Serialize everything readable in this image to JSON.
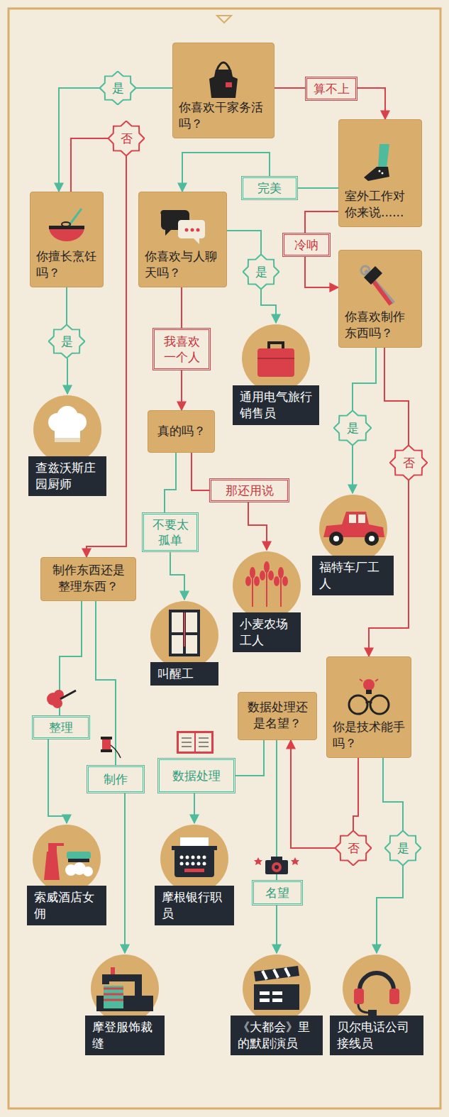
{
  "diagram": {
    "nodes": [
      {
        "text": [
          "你喜欢干家务活吗？"
        ]
      },
      {
        "text": [
          "是"
        ]
      },
      {
        "text": [
          "算不上"
        ]
      },
      {
        "text": [
          "否"
        ]
      },
      {
        "text": [
          "室外工作对你来说......"
        ]
      },
      {
        "text": [
          "完美"
        ]
      },
      {
        "text": [
          "你擅长烹饪吗？"
        ]
      },
      {
        "text": [
          "你喜欢与人聊天吗？"
        ]
      },
      {
        "text": [
          "冷呐"
        ]
      },
      {
        "text": [
          "是"
        ]
      },
      {
        "text": [
          "你喜欢制作东西吗？"
        ]
      },
      {
        "text": [
          "是"
        ]
      },
      {
        "text": [
          "我喜欢一个人"
        ]
      },
      {
        "text": [
          "通用电气旅行销售员"
        ]
      },
      {
        "text": [
          "真的吗？"
        ]
      },
      {
        "text": [
          "是"
        ]
      },
      {
        "text": [
          "否"
        ]
      },
      {
        "text": [
          "查兹沃斯庄园厨师"
        ]
      },
      {
        "text": [
          "那还用说"
        ]
      },
      {
        "text": [
          "不要太孤单"
        ]
      },
      {
        "text": [
          "福特车厂工人"
        ]
      },
      {
        "text": [
          "制作东西还是整理东西？"
        ]
      },
      {
        "text": [
          "小麦农场工人"
        ]
      },
      {
        "text": [
          "叫醒工"
        ]
      },
      {
        "text": [
          "数据处理还是名望？"
        ]
      },
      {
        "text": [
          "你是技术能手吗？"
        ]
      },
      {
        "text": [
          "整理"
        ]
      },
      {
        "text": [
          "制作"
        ]
      },
      {
        "text": [
          "数据处理"
        ]
      },
      {
        "text": [
          "否"
        ]
      },
      {
        "text": [
          "是"
        ]
      },
      {
        "text": [
          "名望"
        ]
      },
      {
        "text": [
          "索威酒店女佣"
        ]
      },
      {
        "text": [
          "摩根银行职员"
        ]
      },
      {
        "text": [
          "摩登服饰裁缝"
        ]
      },
      {
        "text": [
          "《大都会》里的默剧演员"
        ]
      },
      {
        "text": [
          "贝尔电话公司接线员"
        ]
      }
    ],
    "edges": [
      {
        "from": 0,
        "to": 1,
        "arrow": "none"
      },
      {
        "from": 1,
        "to": 6,
        "arrow": "to"
      },
      {
        "from": 6,
        "to": 3,
        "arrow": "none"
      },
      {
        "from": 3,
        "to": 21,
        "arrow": "to"
      },
      {
        "from": 0,
        "to": 2,
        "arrow": "none"
      },
      {
        "from": 2,
        "to": 4,
        "arrow": "to"
      },
      {
        "from": 4,
        "to": 5,
        "arrow": "none"
      },
      {
        "from": 5,
        "to": 7,
        "arrow": "to"
      },
      {
        "from": 4,
        "to": 8,
        "arrow": "none"
      },
      {
        "from": 8,
        "to": 10,
        "arrow": "to"
      },
      {
        "from": 7,
        "to": 9,
        "arrow": "none"
      },
      {
        "from": 9,
        "to": 13,
        "arrow": "to"
      },
      {
        "from": 6,
        "to": 11,
        "arrow": "none"
      },
      {
        "from": 11,
        "to": 17,
        "arrow": "to"
      },
      {
        "from": 7,
        "to": 12,
        "arrow": "none"
      },
      {
        "from": 12,
        "to": 14,
        "arrow": "to"
      },
      {
        "from": 10,
        "to": 15,
        "arrow": "none"
      },
      {
        "from": 10,
        "to": 16,
        "arrow": "none"
      },
      {
        "from": 15,
        "to": 20,
        "arrow": "to"
      },
      {
        "from": 16,
        "to": 25,
        "arrow": "to"
      },
      {
        "from": 14,
        "to": 18,
        "arrow": "none"
      },
      {
        "from": 18,
        "to": 22,
        "arrow": "to"
      },
      {
        "from": 14,
        "to": 19,
        "arrow": "none"
      },
      {
        "from": 19,
        "to": 23,
        "arrow": "to"
      },
      {
        "from": 21,
        "to": 26,
        "arrow": "none"
      },
      {
        "from": 21,
        "to": 27,
        "arrow": "none"
      },
      {
        "from": 26,
        "to": 32,
        "arrow": "to"
      },
      {
        "from": 27,
        "to": 34,
        "arrow": "to"
      },
      {
        "from": 24,
        "to": 28,
        "arrow": "none"
      },
      {
        "from": 28,
        "to": 33,
        "arrow": "to"
      },
      {
        "from": 25,
        "to": 29,
        "arrow": "none"
      },
      {
        "from": 29,
        "to": 24,
        "arrow": "to"
      },
      {
        "from": 25,
        "to": 30,
        "arrow": "none"
      },
      {
        "from": 30,
        "to": 36,
        "arrow": "to"
      },
      {
        "from": 24,
        "to": 31,
        "arrow": "none"
      },
      {
        "from": 31,
        "to": 35,
        "arrow": "to"
      }
    ]
  }
}
